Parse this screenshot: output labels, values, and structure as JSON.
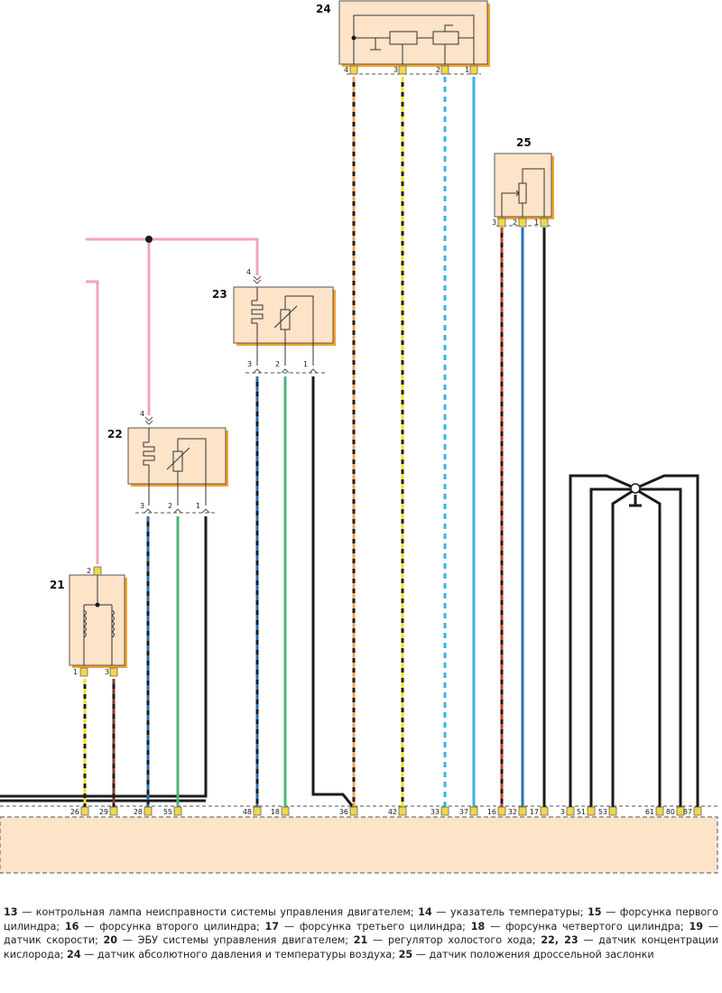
{
  "colors": {
    "box_fill": "#fde3c8",
    "box_stroke": "#555555",
    "box_shadow": "#f6a32c",
    "pink": "#f2a3c6",
    "black": "#1b1b1b",
    "yellow": "#f2e21b",
    "brown": "#8b3a2a",
    "blue": "#2a6fb5",
    "green": "#4cb57a",
    "orange": "#f0a25a",
    "cyan": "#3ab2e6",
    "red": "#d23a2a",
    "connector": "#f2d64a"
  },
  "components": {
    "c21": {
      "label": "21",
      "pins": [
        "2",
        "1",
        "3"
      ]
    },
    "c22": {
      "label": "22",
      "pins": [
        "4",
        "3",
        "2",
        "1"
      ]
    },
    "c23": {
      "label": "23",
      "pins": [
        "4",
        "3",
        "2",
        "1"
      ]
    },
    "c24": {
      "label": "24",
      "pins": [
        "4",
        "3",
        "2",
        "1"
      ]
    },
    "c25": {
      "label": "25",
      "pins": [
        "3",
        "2",
        "1"
      ]
    }
  },
  "ecu_pins": [
    "26",
    "29",
    "28",
    "55",
    "48",
    "18",
    "36",
    "42",
    "33",
    "37",
    "16",
    "32",
    "17",
    "3",
    "51",
    "53",
    "61",
    "80",
    "87"
  ],
  "caption": [
    {
      "num": "13",
      "text": " — контрольная лампа неисправности системы управления двигателем; "
    },
    {
      "num": "14",
      "text": " — указатель температуры; "
    },
    {
      "num": "15",
      "text": " — форсунка первого цилиндра; "
    },
    {
      "num": "16",
      "text": " — форсунка второго цилиндра; "
    },
    {
      "num": "17",
      "text": " — форсунка третьего цилиндра; "
    },
    {
      "num": "18",
      "text": " — форсунка четвертого цилиндра; "
    },
    {
      "num": "19",
      "text": " — датчик скорости; "
    },
    {
      "num": "20",
      "text": " — ЭБУ системы управления двигателем; "
    },
    {
      "num": "21",
      "text": " — регулятор холостого хода; "
    },
    {
      "num": "22, 23",
      "text": " — датчик концентрации кислорода; "
    },
    {
      "num": "24",
      "text": " — датчик абсолютного давления и температуры воздуха; "
    },
    {
      "num": "25",
      "text": " — датчик положения дроссельной заслонки"
    }
  ]
}
